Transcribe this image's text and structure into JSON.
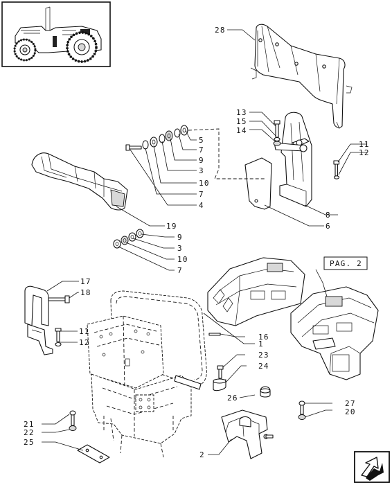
{
  "page_ref": "PAG. 2",
  "callouts": [
    {
      "id": "c28",
      "text": "28"
    },
    {
      "id": "c13",
      "text": "13"
    },
    {
      "id": "c15",
      "text": "15"
    },
    {
      "id": "c14",
      "text": "14"
    },
    {
      "id": "c5a",
      "text": "5"
    },
    {
      "id": "c7a",
      "text": "7"
    },
    {
      "id": "c9a",
      "text": "9"
    },
    {
      "id": "c3a",
      "text": "3"
    },
    {
      "id": "c10a",
      "text": "10"
    },
    {
      "id": "c7b",
      "text": "7"
    },
    {
      "id": "c4",
      "text": "4"
    },
    {
      "id": "c11a",
      "text": "11"
    },
    {
      "id": "c12a",
      "text": "12"
    },
    {
      "id": "c8",
      "text": "8"
    },
    {
      "id": "c6",
      "text": "6"
    },
    {
      "id": "c19",
      "text": "19"
    },
    {
      "id": "c9b",
      "text": "9"
    },
    {
      "id": "c3b",
      "text": "3"
    },
    {
      "id": "c10b",
      "text": "10"
    },
    {
      "id": "c7c",
      "text": "7"
    },
    {
      "id": "c17",
      "text": "17"
    },
    {
      "id": "c18",
      "text": "18"
    },
    {
      "id": "c11b",
      "text": "11"
    },
    {
      "id": "c12b",
      "text": "12"
    },
    {
      "id": "c16",
      "text": "16"
    },
    {
      "id": "c1",
      "text": "1"
    },
    {
      "id": "c23",
      "text": "23"
    },
    {
      "id": "c24",
      "text": "24"
    },
    {
      "id": "c26",
      "text": "26"
    },
    {
      "id": "c27",
      "text": "27"
    },
    {
      "id": "c20",
      "text": "20"
    },
    {
      "id": "c21",
      "text": "21"
    },
    {
      "id": "c22",
      "text": "22"
    },
    {
      "id": "c25",
      "text": "25"
    },
    {
      "id": "c2",
      "text": "2"
    }
  ]
}
